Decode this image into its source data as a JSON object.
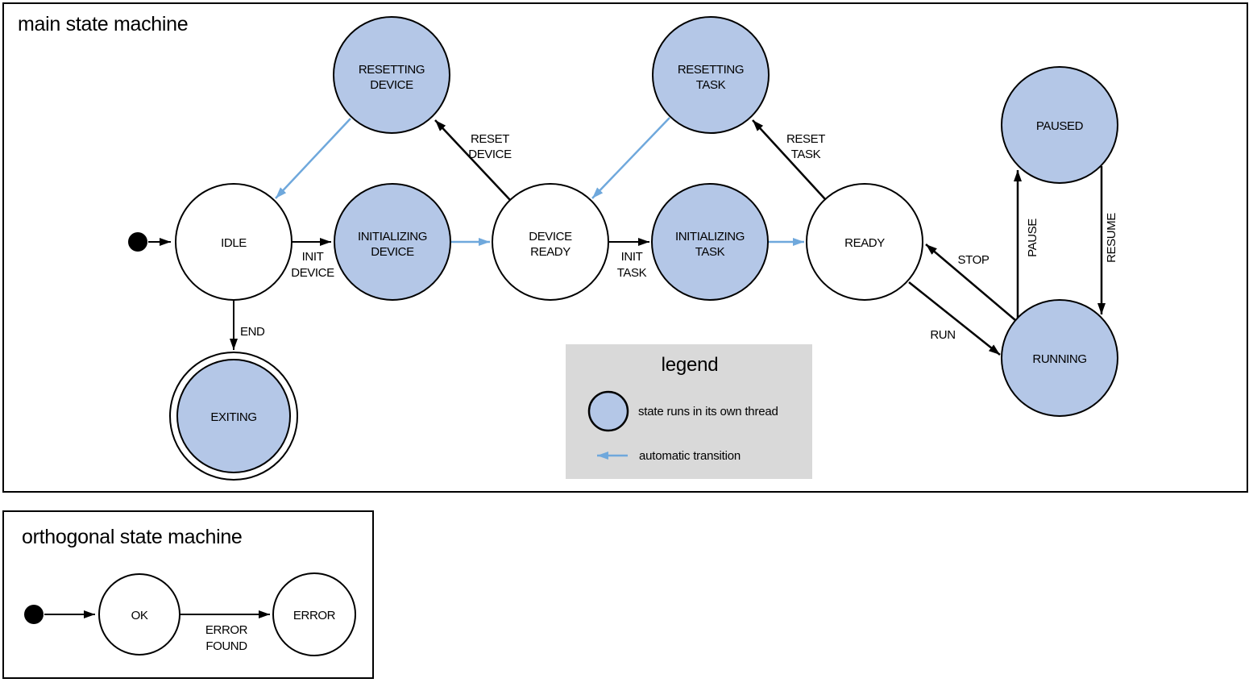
{
  "main_machine": {
    "title": "main state machine",
    "states": {
      "idle": {
        "label": "IDLE"
      },
      "resetting_device": {
        "line1": "RESETTING",
        "line2": "DEVICE"
      },
      "initializing_device": {
        "line1": "INITIALIZING",
        "line2": "DEVICE"
      },
      "device_ready": {
        "line1": "DEVICE",
        "line2": "READY"
      },
      "resetting_task": {
        "line1": "RESETTING",
        "line2": "TASK"
      },
      "initializing_task": {
        "line1": "INITIALIZING",
        "line2": "TASK"
      },
      "ready": {
        "label": "READY"
      },
      "paused": {
        "label": "PAUSED"
      },
      "running": {
        "label": "RUNNING"
      },
      "exiting": {
        "label": "EXITING"
      }
    },
    "transitions": {
      "init_device": {
        "line1": "INIT",
        "line2": "DEVICE"
      },
      "reset_device": {
        "line1": "RESET",
        "line2": "DEVICE"
      },
      "init_task": {
        "line1": "INIT",
        "line2": "TASK"
      },
      "reset_task": {
        "line1": "RESET",
        "line2": "TASK"
      },
      "end": {
        "label": "END"
      },
      "stop": {
        "label": "STOP"
      },
      "run": {
        "label": "RUN"
      },
      "pause": {
        "label": "PAUSE"
      },
      "resume": {
        "label": "RESUME"
      }
    }
  },
  "legend": {
    "title": "legend",
    "items": {
      "thread": "state runs in its own thread",
      "auto": "automatic transition"
    }
  },
  "orthogonal_machine": {
    "title": "orthogonal state machine",
    "states": {
      "ok": {
        "label": "OK"
      },
      "error": {
        "label": "ERROR"
      }
    },
    "transitions": {
      "error_found": {
        "line1": "ERROR",
        "line2": "FOUND"
      }
    }
  },
  "colors": {
    "thread_state_fill": "#b4c7e7",
    "auto_transition": "#6fa8dc",
    "legend_background": "#d9d9d9"
  }
}
